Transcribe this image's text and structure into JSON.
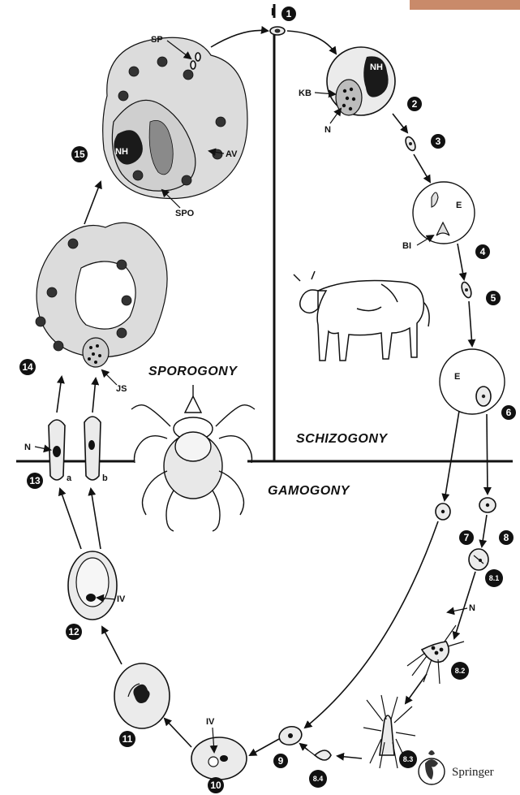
{
  "phases": {
    "sporogony": "SPOROGONY",
    "schizogony": "SCHIZOGONY",
    "gamogony": "GAMOGONY"
  },
  "labels": {
    "roman_one": "I",
    "sp": "SP",
    "kb": "KB",
    "nh_top": "NH",
    "nh_left": "NH",
    "n_top": "N",
    "av": "AV",
    "spo": "SPO",
    "e1": "E",
    "bi": "BI",
    "e2": "E",
    "js": "JS",
    "n_13": "N",
    "sub_a": "a",
    "sub_b": "b",
    "n_82": "N",
    "iv_10": "IV",
    "iv_12": "IV"
  },
  "steps": [
    "1",
    "2",
    "3",
    "4",
    "5",
    "6",
    "7",
    "8",
    "8.1",
    "8.2",
    "8.3",
    "8.4",
    "9",
    "10",
    "11",
    "12",
    "13",
    "14",
    "15"
  ],
  "publisher": "Springer",
  "icons": [
    "cow-illustration",
    "tick-illustration",
    "springer-logo-icon"
  ]
}
